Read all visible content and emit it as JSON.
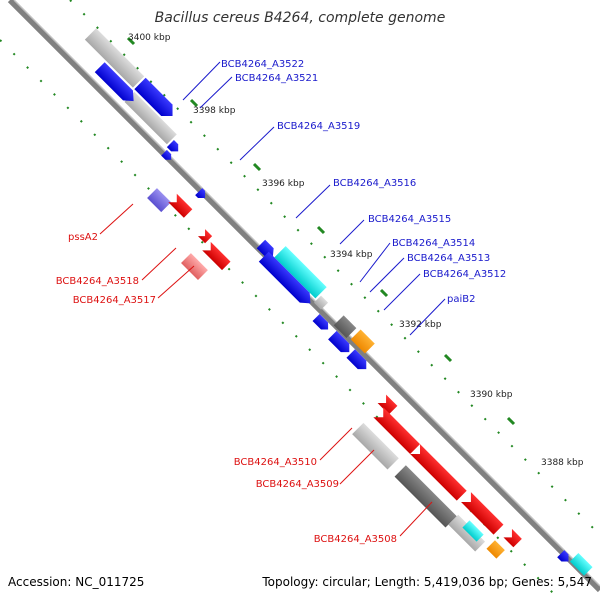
{
  "title": "Bacillus cereus B4264, complete genome",
  "footer": {
    "accession": "Accession: NC_011725",
    "topology": "Topology: circular; Length: 5,419,036 bp; Genes: 5,547"
  },
  "ticks": [
    {
      "label": "3400 kbp"
    },
    {
      "label": "3398 kbp"
    },
    {
      "label": "3396 kbp"
    },
    {
      "label": "3394 kbp"
    },
    {
      "label": "3392 kbp"
    },
    {
      "label": "3390 kbp"
    },
    {
      "label": "3388 kbp"
    }
  ],
  "gene_labels": [
    {
      "text": "BCB4264_A3522",
      "strand": "forward"
    },
    {
      "text": "BCB4264_A3521",
      "strand": "forward"
    },
    {
      "text": "BCB4264_A3519",
      "strand": "forward"
    },
    {
      "text": "BCB4264_A3516",
      "strand": "forward"
    },
    {
      "text": "BCB4264_A3515",
      "strand": "forward"
    },
    {
      "text": "BCB4264_A3514",
      "strand": "forward"
    },
    {
      "text": "BCB4264_A3513",
      "strand": "forward"
    },
    {
      "text": "BCB4264_A3512",
      "strand": "forward"
    },
    {
      "text": "paiB2",
      "strand": "forward"
    },
    {
      "text": "pssA2",
      "strand": "reverse"
    },
    {
      "text": "BCB4264_A3518",
      "strand": "reverse"
    },
    {
      "text": "BCB4264_A3517",
      "strand": "reverse"
    },
    {
      "text": "BCB4264_A3510",
      "strand": "reverse"
    },
    {
      "text": "BCB4264_A3509",
      "strand": "reverse"
    },
    {
      "text": "BCB4264_A3508",
      "strand": "reverse"
    }
  ],
  "colors": {
    "backbone": "#808080",
    "forward_gene": "#0000ee",
    "reverse_gene": "#ee0000",
    "forward_label": "#1a1acc",
    "reverse_label": "#dd1111",
    "tick": "#228822",
    "cds_grey": "#bbbbbb",
    "cds_dark": "#666666",
    "cyan": "#00eeee",
    "orange": "#ff9900",
    "violet": "#7a6fe0",
    "pink": "#f08080"
  }
}
